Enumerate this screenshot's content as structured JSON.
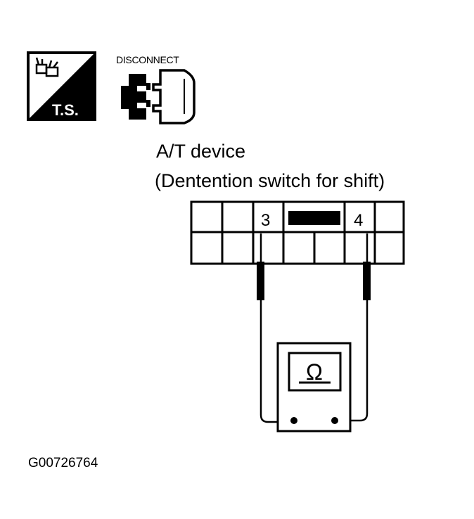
{
  "icons": {
    "ts_label": "T.S.",
    "disconnect_label": "DISCONNECT"
  },
  "device": {
    "title_line1": "A/T device",
    "title_line2": "(Dentention switch for shift)"
  },
  "connector": {
    "terminal_left": "3",
    "terminal_right": "4"
  },
  "meter": {
    "symbol": "Ω"
  },
  "figure_id": "G00726764"
}
